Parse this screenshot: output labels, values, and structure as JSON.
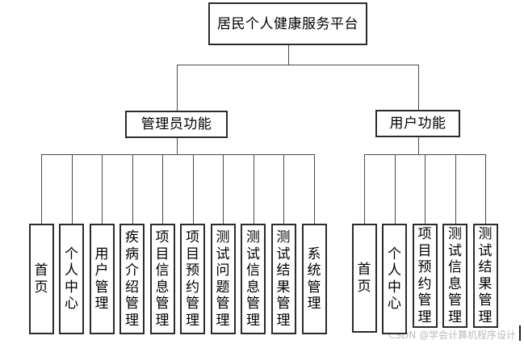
{
  "diagram": {
    "root": {
      "label": "居民个人健康服务平台"
    },
    "branches": [
      {
        "label": "管理员功能",
        "children": [
          "首页",
          "个人中心",
          "用户管理",
          "疾病介绍管理",
          "项目信息管理",
          "项目预约管理",
          "测试问题管理",
          "测试信息管理",
          "测试结果管理",
          "系统管理"
        ]
      },
      {
        "label": "用户功能",
        "children": [
          "首页",
          "个人中心",
          "项目预约管理",
          "测试信息管理",
          "测试结果管理"
        ]
      }
    ]
  },
  "watermark": {
    "text": "CSDN @学会计算机程序设计"
  },
  "colors": {
    "background": "#ffffff",
    "line": "#4a4a4a",
    "border": "#2b2b2b",
    "text": "#000000",
    "watermark": "#c2b8b8"
  }
}
